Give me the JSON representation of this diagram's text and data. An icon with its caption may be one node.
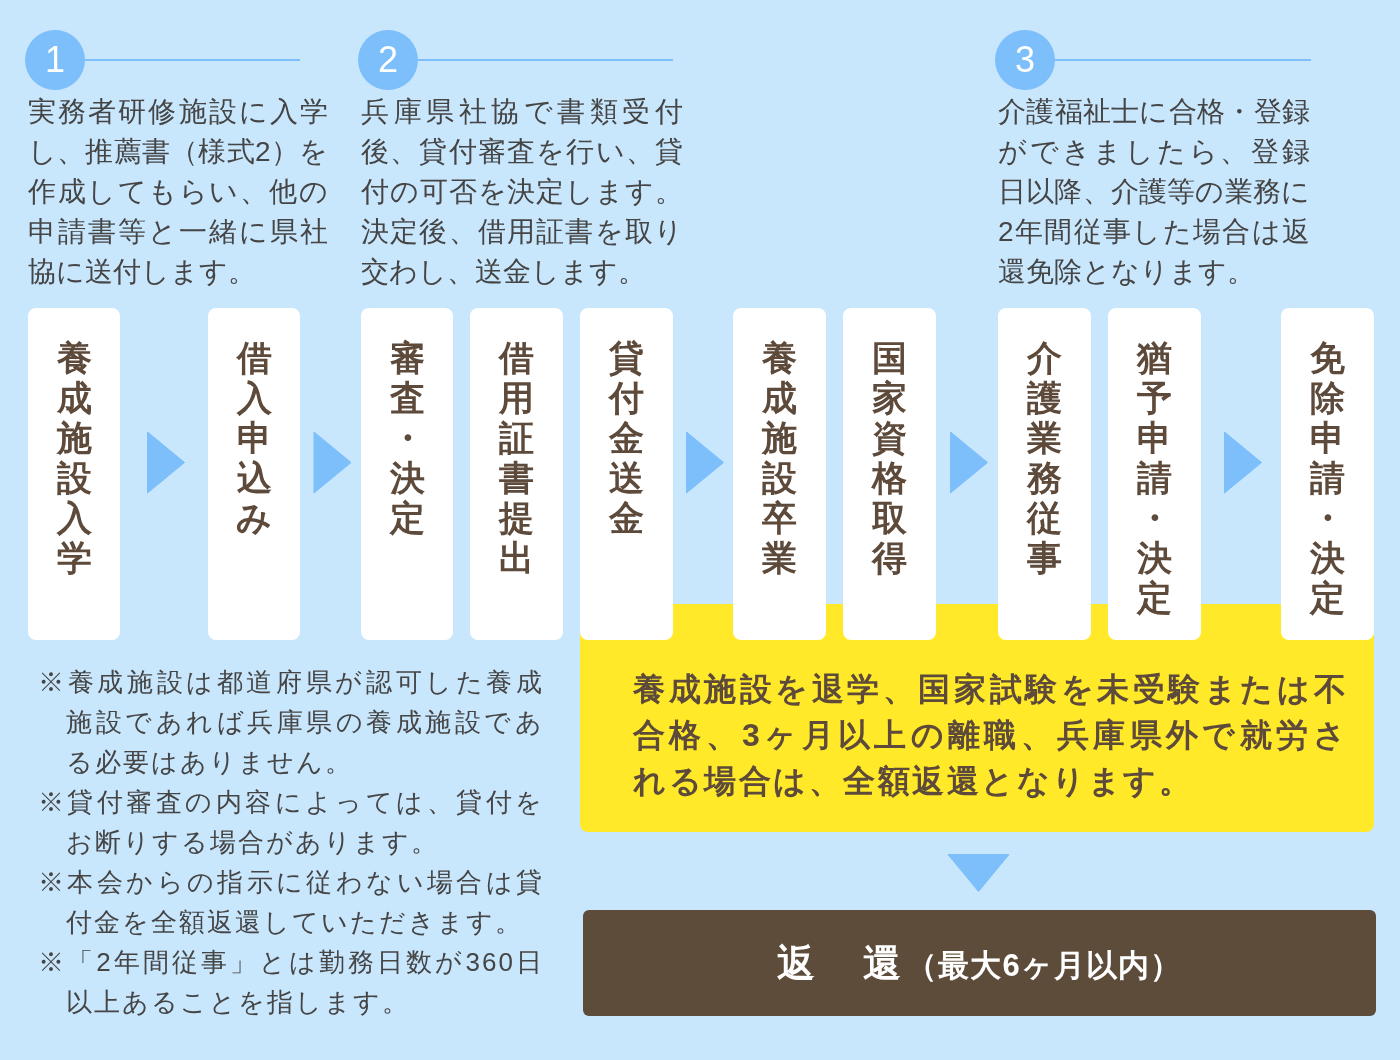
{
  "diagram": {
    "nodes": [
      {
        "text": [
          "1"
        ],
        "beside": [
          "実務者研修施設に入学し、推薦書（様式2）を作成してもらい、他の申請書等と一緒に県社協に送付します。"
        ]
      },
      {
        "text": [
          "2"
        ],
        "beside": [
          "兵庫県社協で書類受付後、貸付審査を行い、貸付の可否を決定します。決定後、借用証書を取り交わし、送金します。"
        ]
      },
      {
        "text": [
          "3"
        ],
        "beside": [
          "介護福祉士に合格・登録ができましたら、登録日以降、介護等の業務に2年間従事した場合は返還免除となります。"
        ]
      },
      {
        "text": [
          "養成施設入学"
        ]
      },
      {
        "text": [
          "借入申込み"
        ]
      },
      {
        "text": [
          "審査・決定"
        ]
      },
      {
        "text": [
          "借用証書提出"
        ]
      },
      {
        "text": [
          "貸付金送金"
        ]
      },
      {
        "text": [
          "養成施設卒業"
        ]
      },
      {
        "text": [
          "国家資格取得"
        ]
      },
      {
        "text": [
          "介護業務従事"
        ]
      },
      {
        "text": [
          "猶予申請・決定"
        ]
      },
      {
        "text": [
          "免除申請・決定"
        ]
      },
      {
        "text": [
          "養成施設を退学、国家試験を未受験または不合格、3ヶ月以上の離職、兵庫県外で就労される場合は、全額返還となります。"
        ]
      },
      {
        "text": [
          "返　還",
          "（最大6ヶ月以内）"
        ]
      }
    ],
    "edges": [
      {
        "from": 3,
        "to": 4,
        "arrow": "to"
      },
      {
        "from": 4,
        "to": 5,
        "arrow": "to"
      },
      {
        "from": 7,
        "to": 8,
        "arrow": "to"
      },
      {
        "from": 9,
        "to": 10,
        "arrow": "to"
      },
      {
        "from": 11,
        "to": 12,
        "arrow": "to"
      },
      {
        "from": 13,
        "to": 14,
        "arrow": "to"
      }
    ],
    "labels": [
      "※養成施設は都道府県が認可した養成施設であれば兵庫県の養成施設である必要はありません。",
      "※貸付審査の内容によっては、貸付をお断りする場合があります。",
      "※本会からの指示に従わない場合は貸付金を全額返還していただきます。",
      "※「2年間従事」とは勤務日数が360日以上あることを指します。"
    ]
  }
}
